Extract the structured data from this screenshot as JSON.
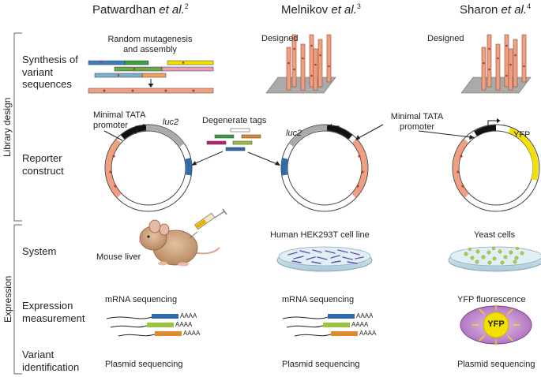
{
  "columns": [
    {
      "author": "Patwardhan",
      "suffix": " et al.",
      "ref": "2"
    },
    {
      "author": "Melnikov",
      "suffix": " et al.",
      "ref": "3"
    },
    {
      "author": "Sharon",
      "suffix": " et al.",
      "ref": "4"
    }
  ],
  "sections": {
    "library_design": "Library design",
    "expression": "Expression"
  },
  "rows": {
    "synthesis": [
      "Synthesis of",
      "variant",
      "sequences"
    ],
    "reporter": [
      "Reporter",
      "construct"
    ],
    "system": "System",
    "measurement": [
      "Expression",
      "measurement"
    ],
    "identification": [
      "Variant",
      "identification"
    ]
  },
  "labels": {
    "random_mutagenesis": [
      "Random mutagenesis",
      "and assembly"
    ],
    "designed_1": "Designed",
    "designed_2": "Designed",
    "minimal_tata_1": [
      "Minimal TATA",
      "promoter"
    ],
    "minimal_tata_2": [
      "Minimal TATA",
      "promoter"
    ],
    "degenerate_tags": "Degenerate tags",
    "luc2_1": "luc2",
    "luc2_2": "luc2",
    "yfp_gene": "YFP",
    "mouse_liver": "Mouse liver",
    "hek_cells": "Human HEK293T cell line",
    "yeast_cells": "Yeast cells",
    "mrna_seq_1": "mRNA sequencing",
    "mrna_seq_2": "mRNA sequencing",
    "yfp_fluor": "YFP fluorescence",
    "yfp_cell": "YFP",
    "polya": "AAAA",
    "plasmid_seq_1": "Plasmid sequencing",
    "plasmid_seq_2": "Plasmid sequencing",
    "plasmid_seq_3": "Plasmid sequencing"
  },
  "colors": {
    "variant": "#f0a080",
    "variant_dark": "#c0503a",
    "mutation_dot": "#c0392b",
    "luc2": "#aaaaaa",
    "tata": "#111111",
    "barcode": "#2e6ab0",
    "yfp": "#f2e100",
    "tag_green": "#3aa040",
    "tag_magenta": "#c0207a",
    "tag_orange": "#e08a30",
    "tag_blue": "#2e6ab0",
    "tag_yellowgreen": "#9ac43c",
    "cell_purple": "#c08acc"
  }
}
